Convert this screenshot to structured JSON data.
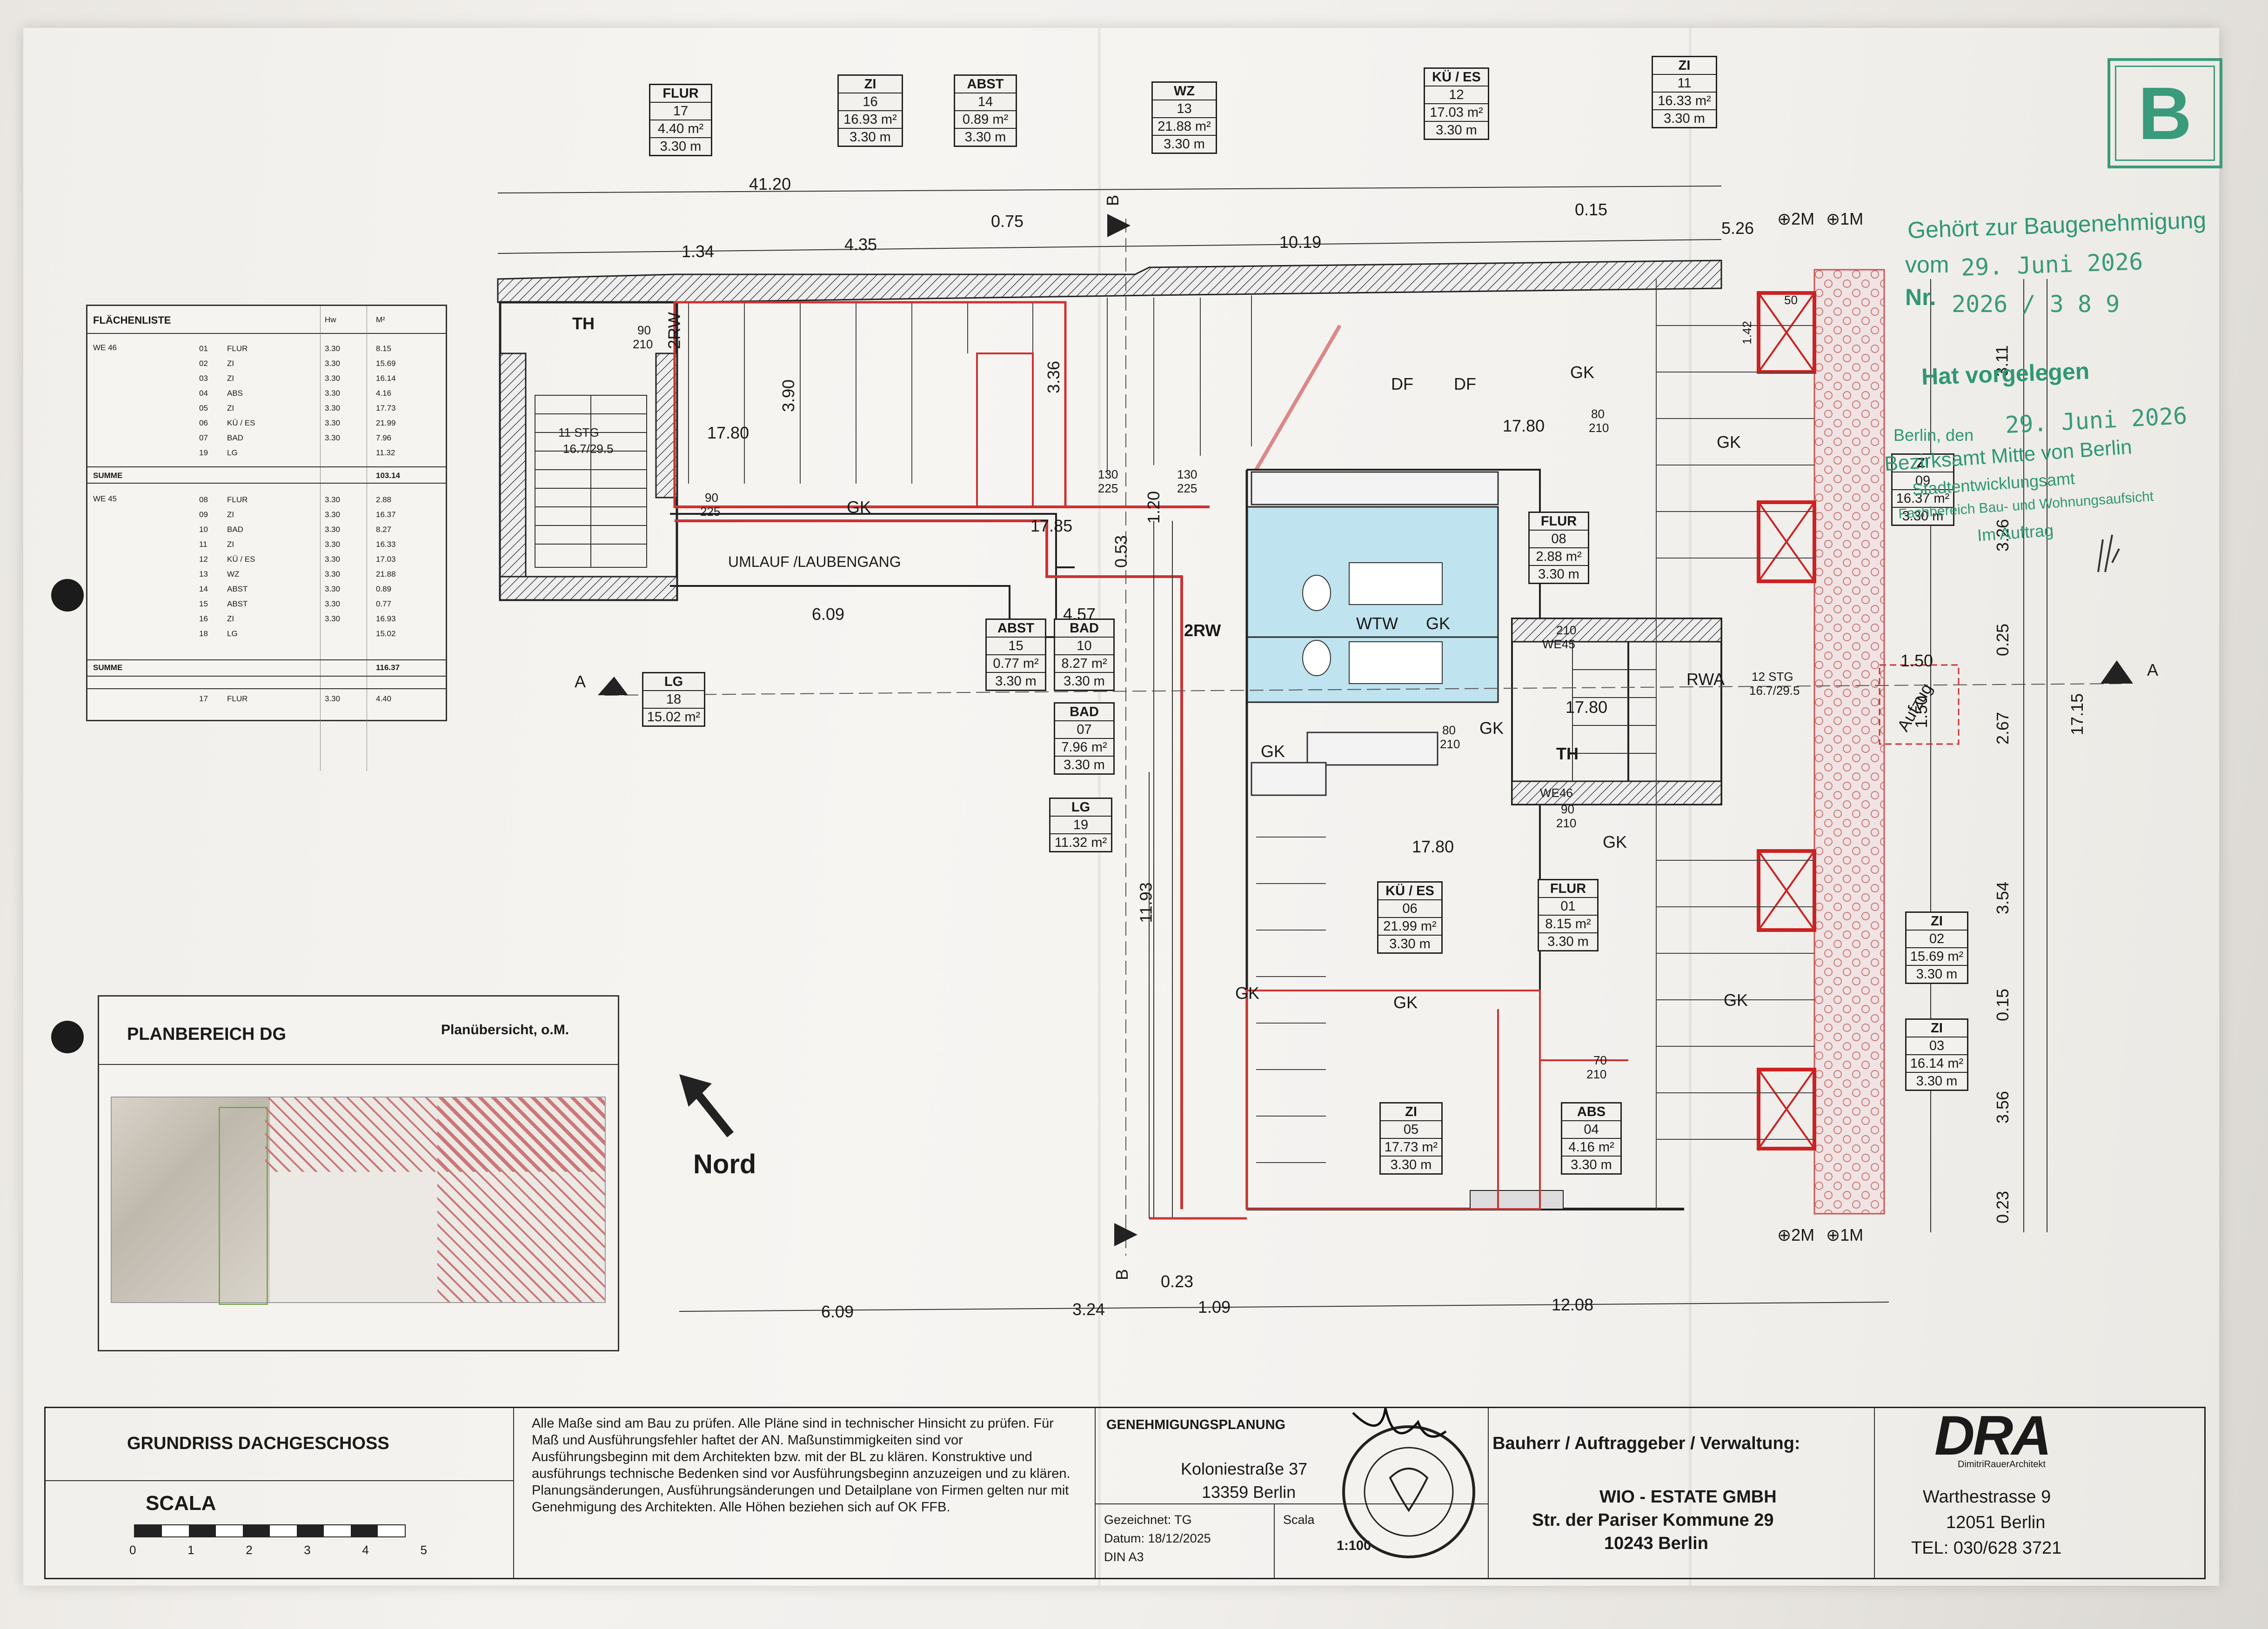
{
  "area_list": {
    "title": "FLÄCHENLISTE",
    "col_height": "Hw",
    "col_area": "M²",
    "groups": [
      {
        "name": "WE 46",
        "rows": [
          {
            "no": "01",
            "room": "FLUR",
            "h": "3.30",
            "a": "8.15"
          },
          {
            "no": "02",
            "room": "ZI",
            "h": "3.30",
            "a": "15.69"
          },
          {
            "no": "03",
            "room": "ZI",
            "h": "3.30",
            "a": "16.14"
          },
          {
            "no": "04",
            "room": "ABS",
            "h": "3.30",
            "a": "4.16"
          },
          {
            "no": "05",
            "room": "ZI",
            "h": "3.30",
            "a": "17.73"
          },
          {
            "no": "06",
            "room": "KÜ / ES",
            "h": "3.30",
            "a": "21.99"
          },
          {
            "no": "07",
            "room": "BAD",
            "h": "3.30",
            "a": "7.96"
          },
          {
            "no": "19",
            "room": "LG",
            "h": "",
            "a": "11.32"
          }
        ],
        "sum_label": "SUMME",
        "sum": "103.14"
      },
      {
        "name": "WE 45",
        "rows": [
          {
            "no": "08",
            "room": "FLUR",
            "h": "3.30",
            "a": "2.88"
          },
          {
            "no": "09",
            "room": "ZI",
            "h": "3.30",
            "a": "16.37"
          },
          {
            "no": "10",
            "room": "BAD",
            "h": "3.30",
            "a": "8.27"
          },
          {
            "no": "11",
            "room": "ZI",
            "h": "3.30",
            "a": "16.33"
          },
          {
            "no": "12",
            "room": "KÜ / ES",
            "h": "3.30",
            "a": "17.03"
          },
          {
            "no": "13",
            "room": "WZ",
            "h": "3.30",
            "a": "21.88"
          },
          {
            "no": "14",
            "room": "ABST",
            "h": "3.30",
            "a": "0.89"
          },
          {
            "no": "15",
            "room": "ABST",
            "h": "3.30",
            "a": "0.77"
          },
          {
            "no": "16",
            "room": "ZI",
            "h": "3.30",
            "a": "16.93"
          },
          {
            "no": "18",
            "room": "LG",
            "h": "",
            "a": "15.02"
          }
        ],
        "sum_label": "SUMME",
        "sum": "116.37"
      }
    ],
    "extra": {
      "no": "17",
      "room": "FLUR",
      "h": "3.30",
      "a": "4.40"
    }
  },
  "room_tags": {
    "flur17": {
      "name": "FLUR",
      "no": "17",
      "area": "4.40 m²",
      "h": "3.30 m"
    },
    "zi16": {
      "name": "ZI",
      "no": "16",
      "area": "16.93 m²",
      "h": "3.30 m"
    },
    "abst14": {
      "name": "ABST",
      "no": "14",
      "area": "0.89 m²",
      "h": "3.30 m"
    },
    "wz13": {
      "name": "WZ",
      "no": "13",
      "area": "21.88 m²",
      "h": "3.30 m"
    },
    "kue12": {
      "name": "KÜ / ES",
      "no": "12",
      "area": "17.03 m²",
      "h": "3.30 m"
    },
    "zi11": {
      "name": "ZI",
      "no": "11",
      "area": "16.33 m²",
      "h": "3.30 m"
    },
    "zi09": {
      "name": "ZI",
      "no": "09",
      "area": "16.37 m²",
      "h": "3.30 m"
    },
    "flur08": {
      "name": "FLUR",
      "no": "08",
      "area": "2.88 m²",
      "h": "3.30 m"
    },
    "abst15": {
      "name": "ABST",
      "no": "15",
      "area": "0.77 m²",
      "h": "3.30 m"
    },
    "bad10": {
      "name": "BAD",
      "no": "10",
      "area": "8.27 m²",
      "h": "3.30 m"
    },
    "lg18": {
      "name": "LG",
      "no": "18",
      "area": "15.02 m²",
      "h": ""
    },
    "bad07": {
      "name": "BAD",
      "no": "07",
      "area": "7.96 m²",
      "h": "3.30 m"
    },
    "lg19": {
      "name": "LG",
      "no": "19",
      "area": "11.32 m²",
      "h": ""
    },
    "kue06": {
      "name": "KÜ / ES",
      "no": "06",
      "area": "21.99 m²",
      "h": "3.30 m"
    },
    "flur01": {
      "name": "FLUR",
      "no": "01",
      "area": "8.15 m²",
      "h": "3.30 m"
    },
    "zi02": {
      "name": "ZI",
      "no": "02",
      "area": "15.69 m²",
      "h": "3.30 m"
    },
    "zi03": {
      "name": "ZI",
      "no": "03",
      "area": "16.14 m²",
      "h": "3.30 m"
    },
    "zi05": {
      "name": "ZI",
      "no": "05",
      "area": "17.73 m²",
      "h": "3.30 m"
    },
    "abs04": {
      "name": "ABS",
      "no": "04",
      "area": "4.16 m²",
      "h": "3.30 m"
    }
  },
  "dims": {
    "top_total": "41.20",
    "d134": "1.34",
    "d435": "4.35",
    "d075": "0.75",
    "d1019": "10.19",
    "d015": "0.15",
    "d526": "5.26",
    "d609": "6.09",
    "d457": "4.57",
    "d120": "1.20",
    "d053": "0.53",
    "d390": "3.90",
    "d336": "3.36",
    "d1193": "11.93",
    "b609": "6.09",
    "b324": "3.24",
    "b023": "0.23",
    "b109": "1.09",
    "b1208": "12.08",
    "r311": "3.11",
    "r326": "3.26",
    "r025": "0.25",
    "r150": "1.50",
    "r150b": "1.50",
    "r267": "2.67",
    "r1715": "17.15",
    "r354": "3.54",
    "r015": "0.15",
    "r356": "3.56",
    "r023": "0.23",
    "w142": "1.42",
    "w50": "50"
  },
  "labels": {
    "th": "TH",
    "th2": "TH",
    "stairs1": "11 STG",
    "stairs1b": "16.7/29.5",
    "stairs2": "12 STG",
    "stairs2b": "16.7/29.5",
    "umlauf": "UMLAUF /LAUBENGANG",
    "gk": "GK",
    "df": "DF",
    "wtw": "WTW",
    "rwa": "RWA",
    "aufzug": "Aufzug",
    "rw2": "2RW",
    "rw2b": "2RW",
    "we45": "WE45",
    "we46": "WE46",
    "lvl1780": "17.80",
    "lvl1785": "17.85",
    "door90": "90",
    "door210": "210",
    "door130": "130",
    "door225": "225",
    "door80": "80",
    "door70": "70",
    "sec_a": "A",
    "sec_b": "B",
    "m2": "⊕2M",
    "m1": "⊕1M",
    "nord": "Nord"
  },
  "overview": {
    "title": "PLANBEREICH DG",
    "subtitle": "Planübersicht, o.M."
  },
  "stamp_b": "B",
  "approval": {
    "line1": "Gehört zur Baugenehmigung",
    "vom": "vom",
    "vom_date": "29. Juni 2026",
    "nr": "Nr.",
    "nr_val": "2026 / 3 8 9",
    "hat": "Hat vorgelegen",
    "berlin": "Berlin, den",
    "berlin_date": "29. Juni 2026",
    "amt": "Bezirksamt Mitte von Berlin",
    "amt2": "Stadtentwicklungsamt",
    "amt3": "Fachbereich Bau- und Wohnungsaufsicht",
    "auftrag": "Im Auftrag"
  },
  "title_block": {
    "title": "GRUNDRISS DACHGESCHOSS",
    "scala": "SCALA",
    "scale_nums": [
      "0",
      "1",
      "2",
      "3",
      "4",
      "5"
    ],
    "notes": "Alle Maße sind am Bau zu prüfen. Alle Pläne sind in technischer Hinsicht zu prüfen. Für Maß und Ausführungsfehler haftet der AN. Maßunstimmigkeiten sind vor Ausführungsbeginn mit dem Architekten bzw. mit der BL zu klären. Konstruktive und ausführungs technische Bedenken sind vor Ausführungsbeginn anzuzeigen und zu klären. Planungsänderungen, Ausführungsänderungen und Detailplane von Firmen gelten nur mit Genehmigung des Architekten. Alle Höhen beziehen sich auf OK FFB.",
    "phase": "GENEHMIGUNGSPLANUNG",
    "address1": "Koloniestraße 37",
    "address2": "13359 Berlin",
    "drawn": "Gezeichnet: TG",
    "date": "Datum: 18/12/2025",
    "format": "DIN A3",
    "scale_label": "Scala",
    "scale_val": "1:100",
    "client_label": "Bauherr / Auftraggeber / Verwaltung:",
    "client1": "WIO - ESTATE GMBH",
    "client2": "Str. der Pariser Kommune 29",
    "client3": "10243 Berlin",
    "logo": "DRA",
    "logo_sub": "DimitriRauerArchitekt",
    "arch1": "Warthestrasse 9",
    "arch2": "12051 Berlin",
    "arch3": "TEL: 030/628 3721"
  }
}
